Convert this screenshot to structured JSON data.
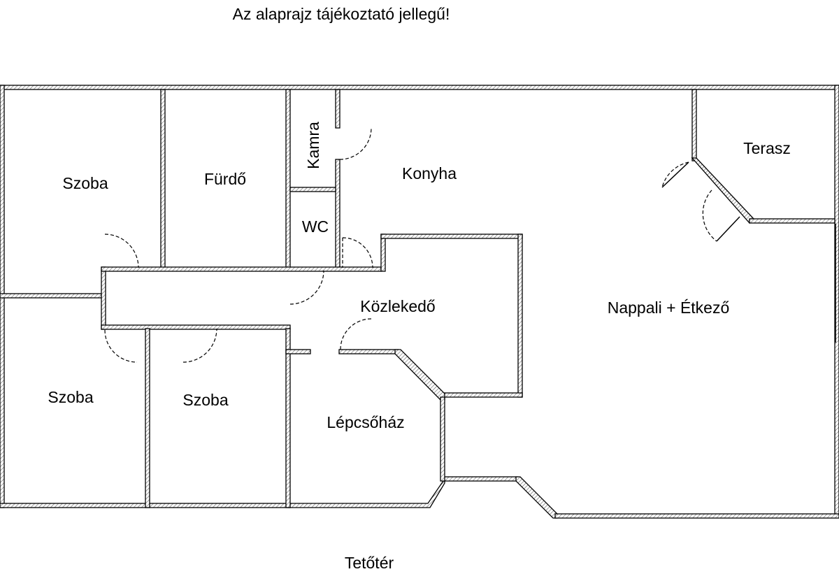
{
  "note": "Az alaprajz tájékoztató jellegű!",
  "floor_name": "Tetőtér",
  "rooms": {
    "szoba_top": "Szoba",
    "furdo": "Fürdő",
    "kamra": "Kamra",
    "wc": "WC",
    "konyha": "Konyha",
    "terasz": "Terasz",
    "kozlekedo": "Közlekedő",
    "nappali": "Nappali + Étkező",
    "szoba_bottom_left": "Szoba",
    "szoba_bottom_mid": "Szoba",
    "lepcsohaz": "Lépcsőház"
  }
}
